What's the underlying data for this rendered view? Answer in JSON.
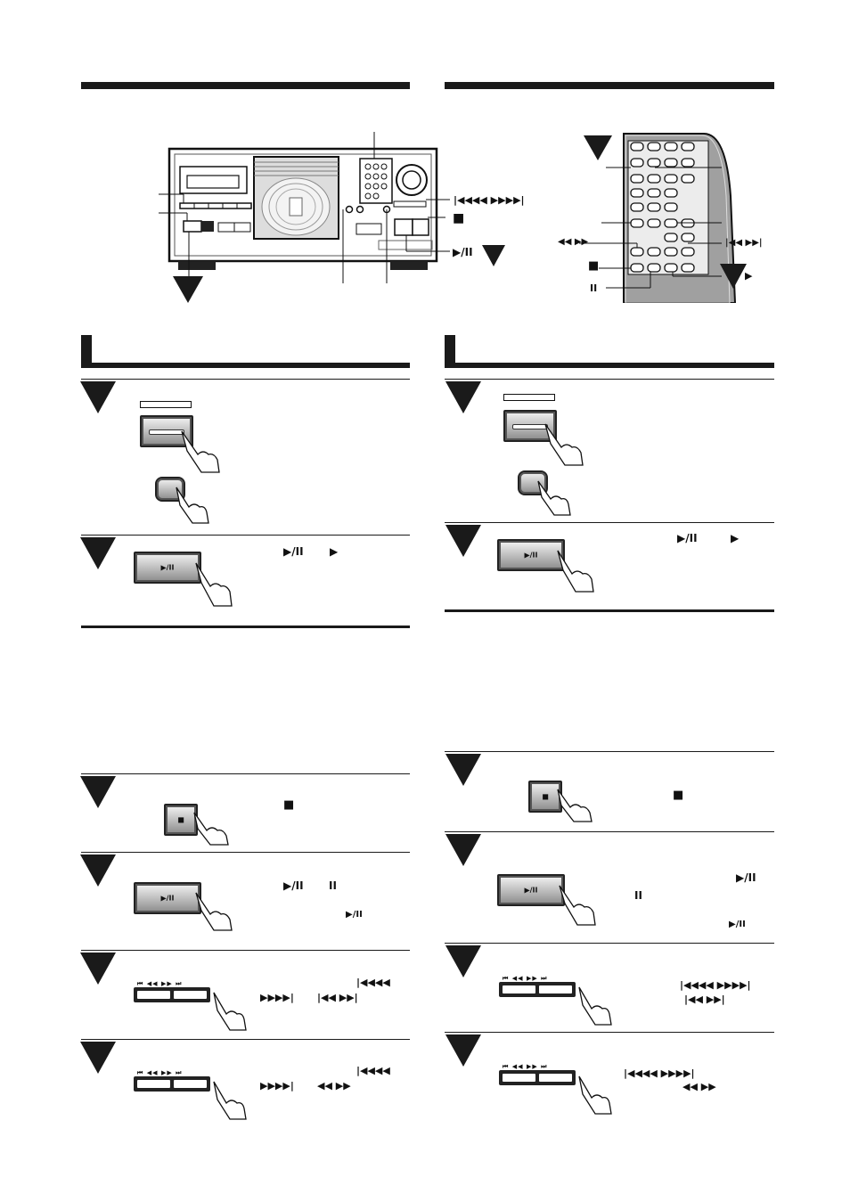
{
  "doc": {
    "symbols": {
      "skip_seek_row": "|◀◀◀◀ ▶▶▶▶|",
      "stop": "■",
      "play_pause": "▶/II",
      "pause": "II",
      "play": "▶",
      "seek_pair": "◀◀ ▶▶",
      "skip_pair": "|◀◀ ▶▶|",
      "skip_seek_left": "|◀◀◀◀",
      "skip_seek_right": "▶▶▶▶|"
    },
    "buttons": {
      "play_pause_label": "▶/II",
      "stop_label": "■",
      "seek_row_label": "⏮ ◀◀   ▶▶ ⏭"
    },
    "colors": {
      "ink": "#1a1a1a",
      "remote_body": "#a0a0a0"
    }
  }
}
